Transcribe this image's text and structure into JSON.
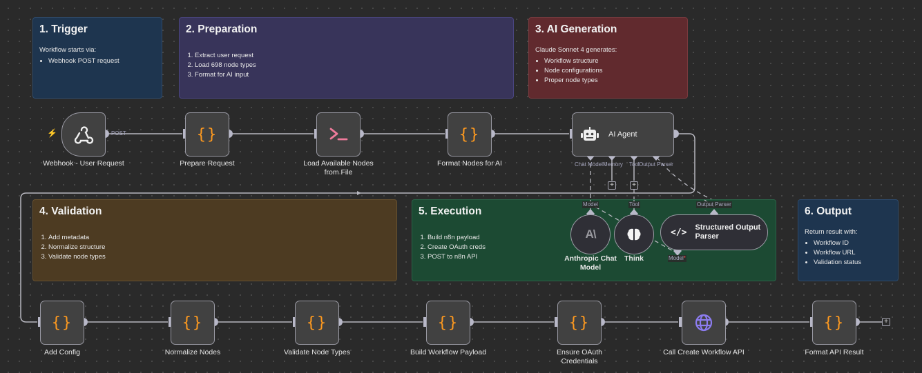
{
  "sticky_notes": [
    {
      "title": "1. Trigger",
      "intro": "Workflow starts via:",
      "list_type": "bullet",
      "items": [
        "Webhook POST request"
      ],
      "color": "#1e354f"
    },
    {
      "title": "2. Preparation",
      "intro": "",
      "list_type": "numbered",
      "items": [
        "Extract user request",
        "Load 698 node types",
        "Format for AI input"
      ],
      "color": "#38345a"
    },
    {
      "title": "3. AI Generation",
      "intro": "Claude Sonnet 4 generates:",
      "list_type": "bullet",
      "items": [
        "Workflow structure",
        "Node configurations",
        "Proper node types"
      ],
      "color": "#612a2e"
    },
    {
      "title": "4. Validation",
      "intro": "",
      "list_type": "numbered",
      "items": [
        "Add metadata",
        "Normalize structure",
        "Validate node types"
      ],
      "color": "#4d3b22"
    },
    {
      "title": "5. Execution",
      "intro": "",
      "list_type": "numbered",
      "items": [
        "Build n8n payload",
        "Create OAuth creds",
        "POST to n8n API"
      ],
      "color": "#1c4a33"
    },
    {
      "title": "6. Output",
      "intro": "Return result with:",
      "list_type": "bullet",
      "items": [
        "Workflow ID",
        "Workflow URL",
        "Validation status"
      ],
      "color": "#1e354f"
    }
  ],
  "nodes": {
    "webhook": {
      "label": "Webhook - User Request",
      "icon": "webhook-icon",
      "output_label": "POST"
    },
    "prepare_request": {
      "label": "Prepare Request",
      "icon": "code-braces-icon"
    },
    "load_nodes": {
      "label_line1": "Load Available Nodes",
      "label_line2": "from File",
      "icon": "terminal-icon"
    },
    "format_nodes": {
      "label": "Format Nodes for AI",
      "icon": "code-braces-icon"
    },
    "ai_agent": {
      "label": "AI Agent",
      "icon": "robot-icon",
      "ports": [
        "Chat Model",
        "Memory",
        "Tool",
        "Output Parser"
      ]
    },
    "anthropic": {
      "label_line1": "Anthropic Chat",
      "label_line2": "Model",
      "icon": "anthropic-icon",
      "port": "Model"
    },
    "think": {
      "label": "Think",
      "icon": "brain-icon",
      "port": "Tool"
    },
    "parser": {
      "label_line1": "Structured Output",
      "label_line2": "Parser",
      "icon": "code-icon",
      "port": "Output Parser",
      "bottom_port": "Model"
    },
    "add_config": {
      "label": "Add Config",
      "icon": "code-braces-icon"
    },
    "normalize": {
      "label": "Normalize Nodes",
      "icon": "code-braces-icon"
    },
    "validate": {
      "label": "Validate Node Types",
      "icon": "code-braces-icon"
    },
    "build_payload": {
      "label": "Build Workflow Payload",
      "icon": "code-braces-icon"
    },
    "oauth": {
      "label_line1": "Ensure OAuth",
      "label_line2": "Credentials",
      "icon": "code-braces-icon"
    },
    "call_api": {
      "label": "Call Create Workflow API",
      "icon": "globe-icon"
    },
    "format_result": {
      "label": "Format API Result",
      "icon": "code-braces-icon"
    }
  },
  "braces_glyph": "{}",
  "plus_glyph": "+",
  "required_marker": "*",
  "colors": {
    "braces": "#ff9a1f",
    "terminal": "#ef7b9b",
    "globe": "#8c7cf0",
    "trigger_bolt": "#ef5a4a",
    "edge": "#b8b8c0"
  }
}
